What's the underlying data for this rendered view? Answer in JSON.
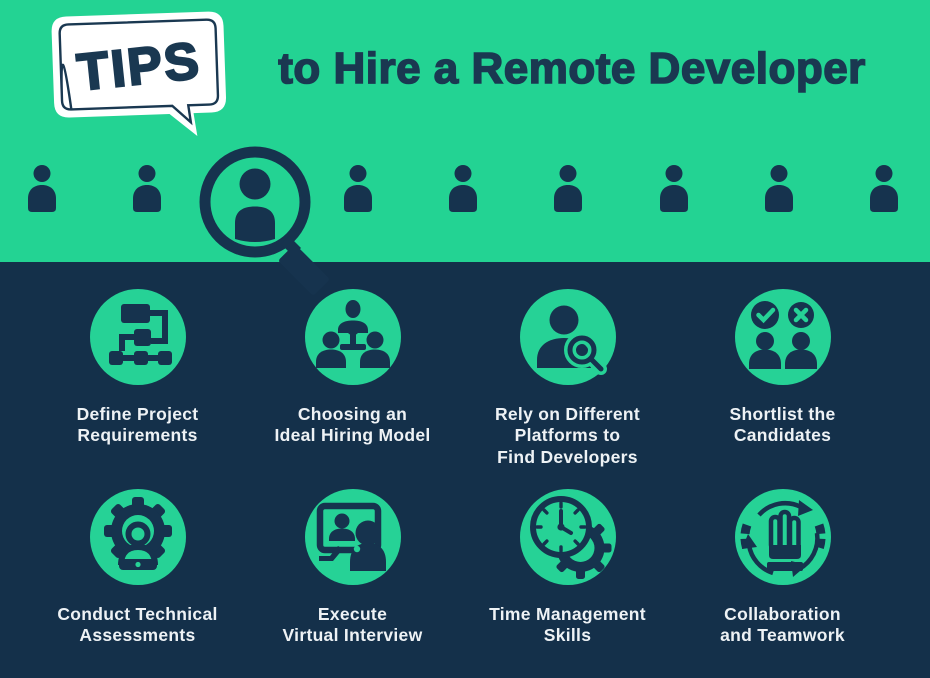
{
  "colors": {
    "green": "#23d393",
    "navy": "#14304a",
    "icon_navy": "#16334e",
    "title_navy": "#1a3851",
    "label_text": "#eef2f5",
    "bubble_white": "#ffffff"
  },
  "header": {
    "badge_label": "TIPS",
    "title": "to Hire a Remote Developer",
    "people_row": {
      "person_count": 9,
      "magnified_person_index": 3,
      "person_icon": "person-icon",
      "magnifier_icon": "magnifying-glass-icon"
    }
  },
  "grid": {
    "items": [
      {
        "label": "Define Project\nRequirements",
        "icon": "flowchart-icon"
      },
      {
        "label": "Choosing an\nIdeal Hiring Model",
        "icon": "org-hierarchy-icon"
      },
      {
        "label": "Rely on Different\nPlatforms to\nFind Developers",
        "icon": "user-search-icon"
      },
      {
        "label": "Shortlist the\nCandidates",
        "icon": "shortlist-check-cross-icon"
      },
      {
        "label": "Conduct Technical\nAssessments",
        "icon": "gear-user-icon"
      },
      {
        "label": "Execute\nVirtual Interview",
        "icon": "virtual-interview-icon"
      },
      {
        "label": "Time Management\nSkills",
        "icon": "clock-gear-icon"
      },
      {
        "label": "Collaboration\nand Teamwork",
        "icon": "hand-cycle-icon"
      }
    ]
  }
}
